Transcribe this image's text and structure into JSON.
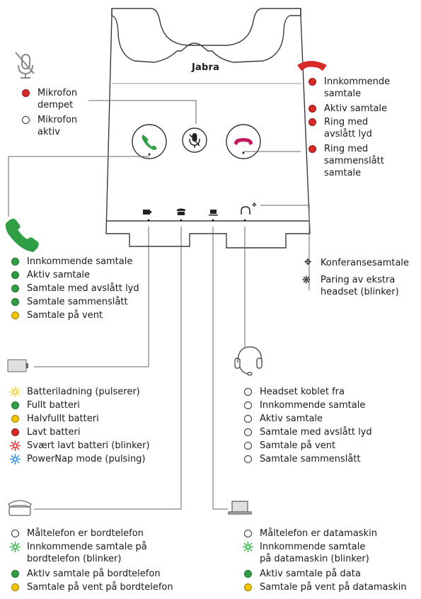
{
  "brand": "Jabra",
  "colors": {
    "green": "#2f9e44",
    "red": "#d92a2a",
    "yellow": "#f5c400",
    "star_yellow": "#f2d22e",
    "star_red": "#e03030",
    "star_blue": "#2f8fe0",
    "star_green": "#39b54a",
    "ring_pink": "#c2185b"
  },
  "mute_legend": [
    {
      "indicator": "red",
      "text": "Mikrofon\ndempet"
    },
    {
      "indicator": "open",
      "text": "Mikrofon\naktiv"
    }
  ],
  "red_legend": [
    {
      "indicator": "red",
      "text": "Innkommende\nsamtale"
    },
    {
      "indicator": "red",
      "text": "Aktiv samtale"
    },
    {
      "indicator": "red",
      "text": "Ring med\navslått lyd"
    },
    {
      "indicator": "red",
      "text": "Ring med\nsammenslått\nsamtale"
    }
  ],
  "green_legend": [
    {
      "indicator": "green",
      "text": "Innkommende samtale"
    },
    {
      "indicator": "green",
      "text": "Aktiv samtale"
    },
    {
      "indicator": "green",
      "text": "Samtale med avslått lyd"
    },
    {
      "indicator": "green",
      "text": "Samtale sammenslått"
    },
    {
      "indicator": "yellow",
      "text": "Samtale på vent"
    }
  ],
  "conference": {
    "label": "Konferansesamtale",
    "pairing": "Paring av ekstra\nheadset (blinker)"
  },
  "battery_legend": [
    {
      "indicator": "star-yellow",
      "text": "Batteriladning (pulserer)"
    },
    {
      "indicator": "green",
      "text": "Fullt batteri"
    },
    {
      "indicator": "yellow",
      "text": "Halvfullt batteri"
    },
    {
      "indicator": "red",
      "text": "Lavt batteri"
    },
    {
      "indicator": "star-red",
      "text": "Svært lavt batteri (blinker)"
    },
    {
      "indicator": "star-blue",
      "text": "PowerNap mode (pulsing)"
    }
  ],
  "headset_legend": [
    {
      "indicator": "open",
      "text": "Headset koblet fra"
    },
    {
      "indicator": "open",
      "text": "Innkommende samtale"
    },
    {
      "indicator": "open",
      "text": "Aktiv samtale"
    },
    {
      "indicator": "open",
      "text": "Samtale med avslått lyd"
    },
    {
      "indicator": "open",
      "text": "Samtale på vent"
    },
    {
      "indicator": "open",
      "text": "Samtale sammenslått"
    }
  ],
  "deskphone_legend": [
    {
      "indicator": "open",
      "text": "Måltelefon er bordtelefon"
    },
    {
      "indicator": "star-green",
      "text": "Innkommende samtale på\nbordtelefon (blinker)"
    },
    {
      "indicator": "green",
      "text": "Aktiv samtale på bordtelefon"
    },
    {
      "indicator": "yellow",
      "text": "Samtale på vent på bordtelefon"
    }
  ],
  "computer_legend": [
    {
      "indicator": "open",
      "text": "Måltelefon er datamaskin"
    },
    {
      "indicator": "star-green",
      "text": "Innkommende samtale\npå datamaskin (blinker)"
    },
    {
      "indicator": "green",
      "text": "Aktiv samtale på data"
    },
    {
      "indicator": "yellow",
      "text": "Samtale på vent på datamaskin"
    }
  ]
}
